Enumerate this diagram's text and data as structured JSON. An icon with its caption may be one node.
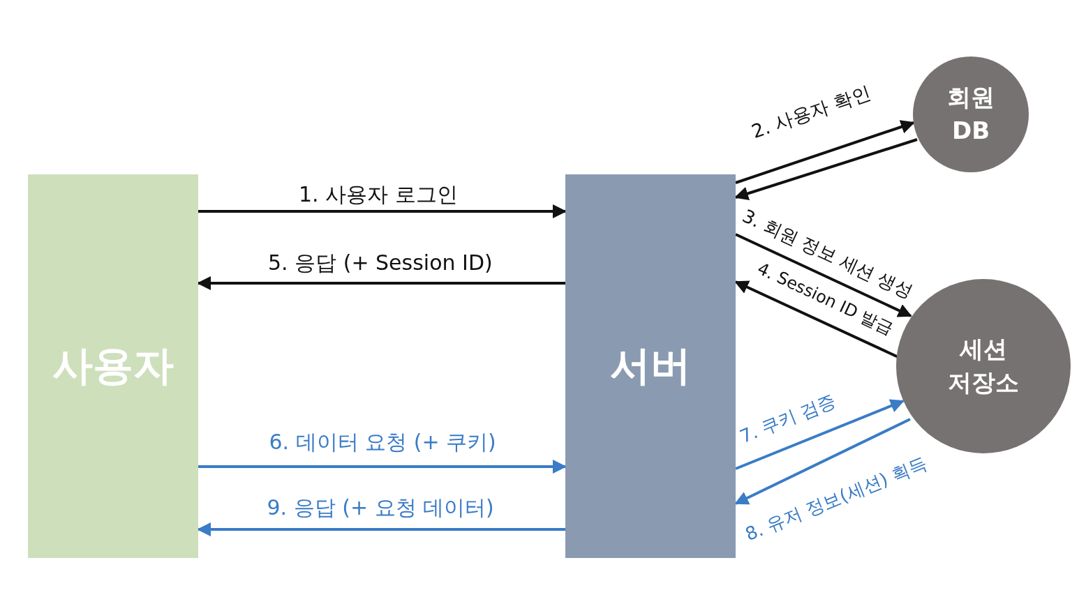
{
  "diagram": {
    "nodes": [
      {
        "text": [
          "사용자"
        ]
      },
      {
        "text": [
          "서버"
        ]
      },
      {
        "text": [
          "회원 DB"
        ]
      },
      {
        "text": [
          "세션 저장소"
        ]
      }
    ],
    "edges": [
      {
        "from": 0,
        "to": 1,
        "arrow": "to",
        "label": "1. 사용자 로그인"
      },
      {
        "from": 1,
        "to": 2,
        "arrow": "to",
        "label": "2. 사용자 확인"
      },
      {
        "from": 2,
        "to": 1,
        "arrow": "to"
      },
      {
        "from": 1,
        "to": 3,
        "arrow": "to",
        "label": "3. 회원 정보 세션 생성"
      },
      {
        "from": 3,
        "to": 1,
        "arrow": "to",
        "label": "4. Session ID 발급"
      },
      {
        "from": 1,
        "to": 0,
        "arrow": "to",
        "label": "5. 응답 (+ Session ID)"
      },
      {
        "from": 0,
        "to": 1,
        "arrow": "to",
        "label": "6. 데이터 요청 (+ 쿠키)",
        "color": "#3a7cc6"
      },
      {
        "from": 1,
        "to": 3,
        "arrow": "to",
        "label": "7. 쿠키 검증",
        "color": "#3a7cc6"
      },
      {
        "from": 3,
        "to": 1,
        "arrow": "to",
        "label": "8. 유저 정보(세션) 획득",
        "color": "#3a7cc6"
      },
      {
        "from": 1,
        "to": 0,
        "arrow": "to",
        "label": "9. 응답 (+ 요청 데이터)",
        "color": "#3a7cc6"
      }
    ]
  }
}
